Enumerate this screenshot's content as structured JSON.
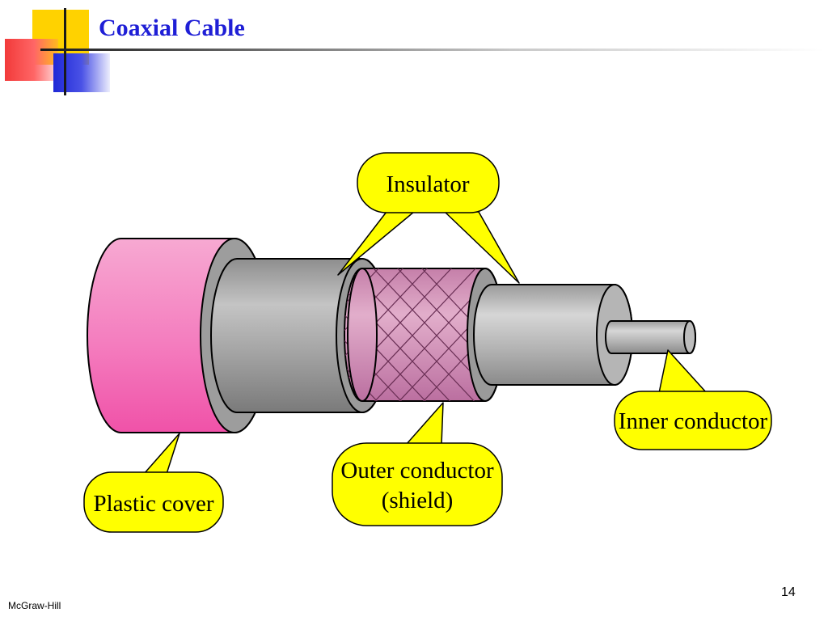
{
  "slide": {
    "title": "Coaxial Cable",
    "footer": "McGraw-Hill",
    "page_number": "14"
  },
  "labels": {
    "insulator": "Insulator",
    "inner_conductor": "Inner conductor",
    "outer_conductor_line1": "Outer conductor",
    "outer_conductor_line2": "(shield)",
    "plastic_cover": "Plastic cover"
  },
  "colors": {
    "title": "#1f1fd6",
    "callout_fill": "#ffff00",
    "plastic_cover": "#f25fb0",
    "shield_braid": "#cf8fb5",
    "insulator_gray": "#a9a9a9"
  }
}
